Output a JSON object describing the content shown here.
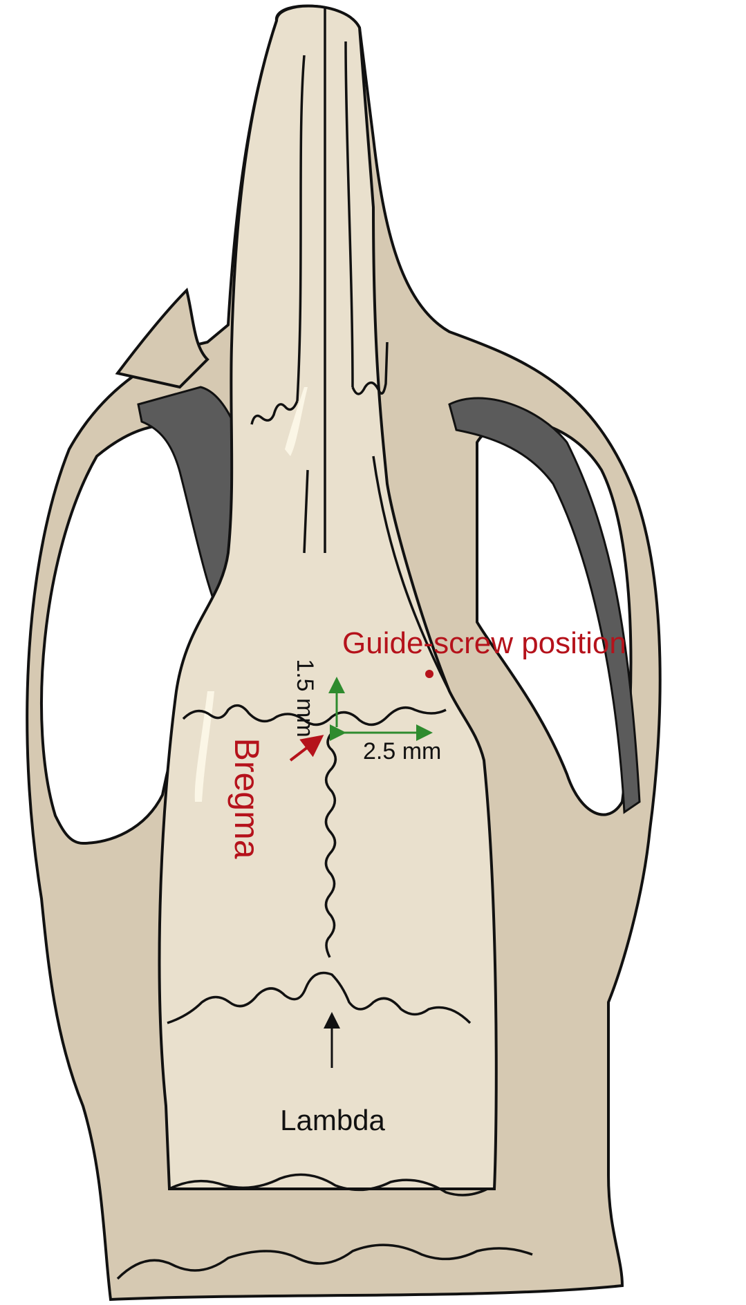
{
  "labels": {
    "guide_screw": "Guide-screw position",
    "ap_distance": "1.5 mm",
    "ml_distance": "2.5 mm",
    "bregma": "Bregma",
    "lambda": "Lambda"
  },
  "colors": {
    "bone_outer": "#d6c9b2",
    "bone_inner": "#e9e0cd",
    "shadow": "#5b5b5b",
    "outline": "#111111",
    "red_label": "#b5121b",
    "green_arrow": "#2e8b2e"
  }
}
